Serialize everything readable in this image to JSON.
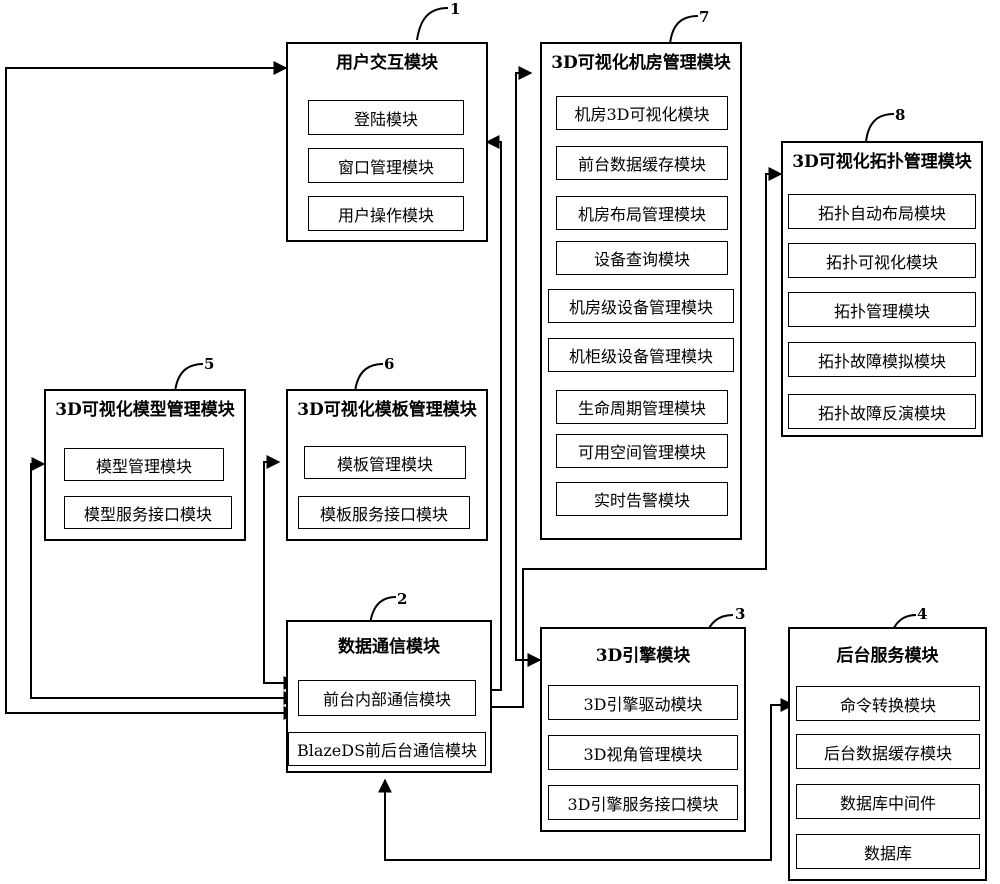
{
  "modules": {
    "m1": {
      "title": "用户交互模块",
      "number": "1",
      "items": [
        "登陆模块",
        "窗口管理模块",
        "用户操作模块"
      ]
    },
    "m2": {
      "title": "数据通信模块",
      "number": "2",
      "items": [
        "前台内部通信模块",
        "BlazeDS前后台通信模块"
      ]
    },
    "m3": {
      "title": "3D引擎模块",
      "number": "3",
      "items": [
        "3D引擎驱动模块",
        "3D视角管理模块",
        "3D引擎服务接口模块"
      ]
    },
    "m4": {
      "title": "后台服务模块",
      "number": "4",
      "items": [
        "命令转换模块",
        "后台数据缓存模块",
        "数据库中间件",
        "数据库"
      ]
    },
    "m5": {
      "title": "3D可视化模型管理模块",
      "number": "5",
      "items": [
        "模型管理模块",
        "模型服务接口模块"
      ]
    },
    "m6": {
      "title": "3D可视化模板管理模块",
      "number": "6",
      "items": [
        "模板管理模块",
        "模板服务接口模块"
      ]
    },
    "m7": {
      "title": "3D可视化机房管理模块",
      "number": "7",
      "items": [
        "机房3D可视化模块",
        "前台数据缓存模块",
        "机房布局管理模块",
        "设备查询模块",
        "机房级设备管理模块",
        "机柜级设备管理模块",
        "生命周期管理模块",
        "可用空间管理模块",
        "实时告警模块"
      ]
    },
    "m8": {
      "title": "3D可视化拓扑管理模块",
      "number": "8",
      "items": [
        "拓扑自动布局模块",
        "拓扑可视化模块",
        "拓扑管理模块",
        "拓扑故障模拟模块",
        "拓扑故障反演模块"
      ]
    }
  }
}
